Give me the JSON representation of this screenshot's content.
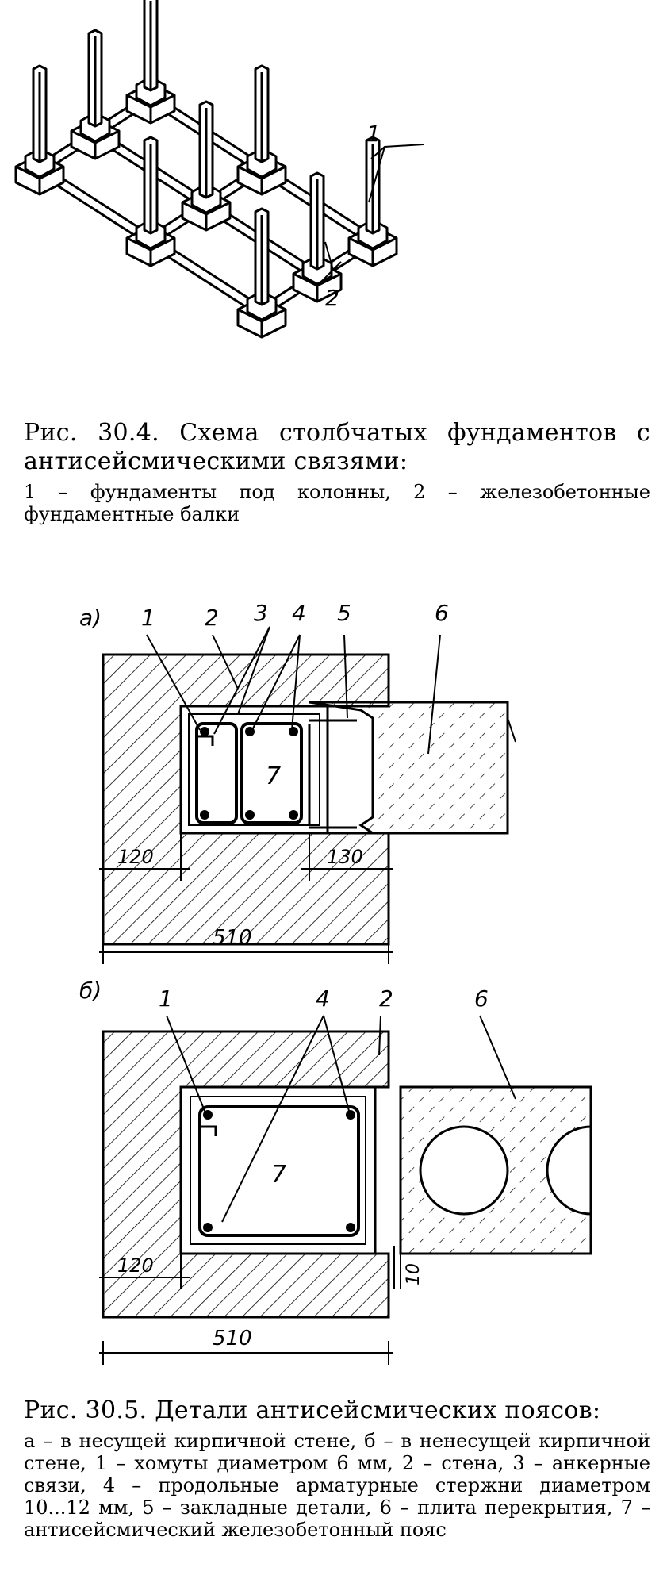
{
  "fig1": {
    "caption_title": "Рис. 30.4. Схема столбчатых фундаментов с антисейсмическими связями:",
    "caption_legend": "1 – фундаменты под колонны, 2 – железобетонные фундаментные балки",
    "callouts": [
      "1",
      "2"
    ]
  },
  "fig2": {
    "part_a": "а)",
    "part_b": "б)",
    "callouts_a": [
      "1",
      "2",
      "3",
      "4",
      "5",
      "6",
      "7"
    ],
    "callouts_b": [
      "1",
      "4",
      "2",
      "6",
      "7"
    ],
    "dims_a": [
      "120",
      "130",
      "510"
    ],
    "dims_b": [
      "120",
      "510",
      "10"
    ],
    "caption_title": "Рис. 30.5. Детали антисейсмических поясов:",
    "caption_legend": "а – в несущей кирпичной стене, б – в ненесущей кирпичной стене, 1 – хомуты диаметром 6 мм, 2 – стена, 3 – анкерные связи, 4 – продольные арматурные стержни диаметром 10...12 мм, 5 – закладные детали, 6 – плита перекрытия, 7 – антисейсмический железобетонный пояс"
  }
}
